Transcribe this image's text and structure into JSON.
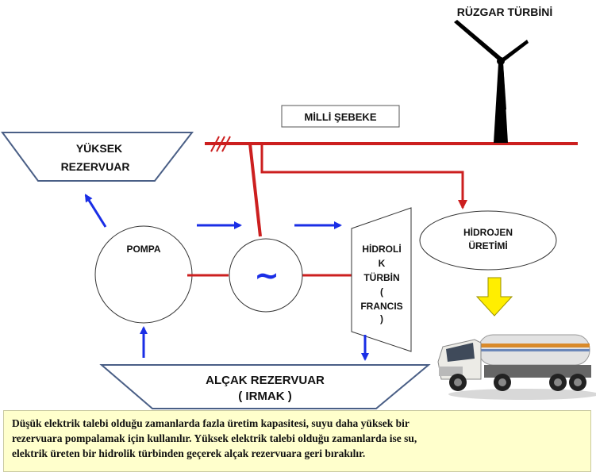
{
  "labels": {
    "wind_turbine": "RÜZGAR TÜRBİNİ",
    "national_grid": "MİLLİ ŞEBEKE",
    "upper_reservoir_line1": "YÜKSEK",
    "upper_reservoir_line2": "REZERVUAR",
    "pump": "POMPA",
    "generator_symbol": "~",
    "turbine_lines": [
      "HİDROLİ",
      "K",
      "TÜRBİN",
      "(",
      "FRANCIS",
      ")"
    ],
    "hydrogen_line1": "HİDROJEN",
    "hydrogen_line2": "ÜRETİMİ",
    "lower_reservoir_line1": "ALÇAK REZERVUAR",
    "lower_reservoir_line2": "( IRMAK )"
  },
  "caption": {
    "lines": [
      "Düşük elektrik talebi olduğu zamanlarda fazla üretim kapasitesi, suyu daha yüksek bir",
      "rezervuara pompalamak için kullanılır. Yüksek elektrik talebi olduğu zamanlarda ise su,",
      "elektrik üreten bir hidrolik türbinden geçerek alçak rezervuara geri bırakılır."
    ]
  },
  "colors": {
    "grid_line": "#cc1f1f",
    "water_flow_arrow": "#1a2ee6",
    "reservoir_outline": "#4a5f86",
    "hydrogen_to_truck_arrow": "#ffee00",
    "caption_background": "#ffffcc"
  }
}
